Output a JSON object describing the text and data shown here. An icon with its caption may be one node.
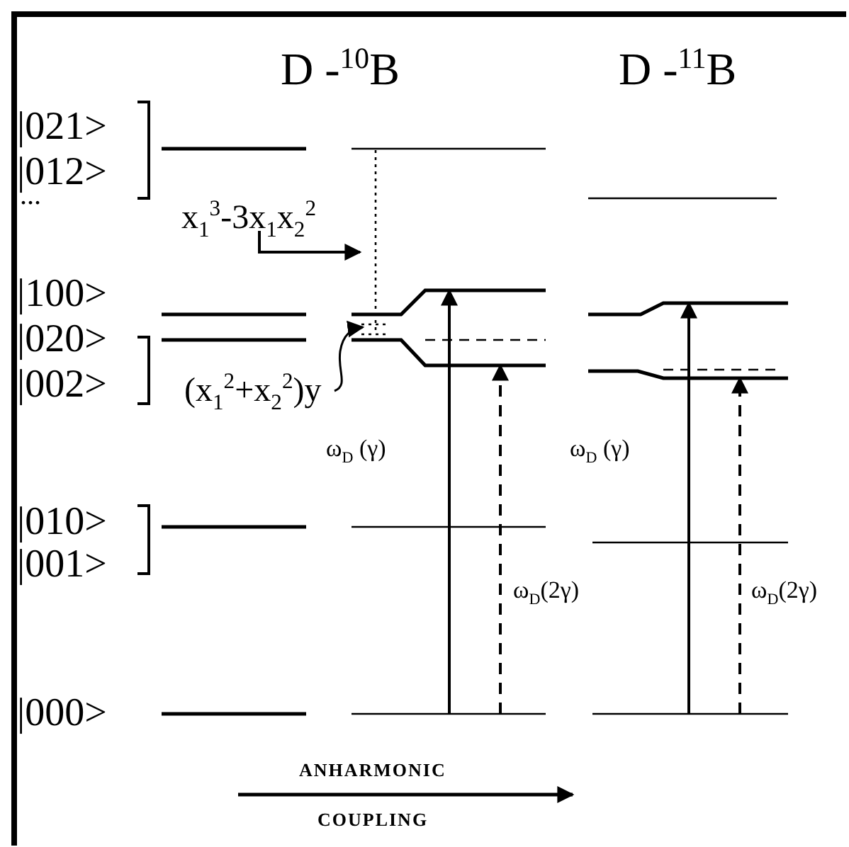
{
  "diagram": {
    "labels": [
      "D -$^{10}$B",
      "D -$^{11}$B",
      "|021>",
      "|012>",
      "...",
      "x$_{1}$$^{3}$-3x$_{1}$x$_{2}$$^{2}$",
      "|100>",
      "|020>",
      "|002>",
      "(x$_{1}$$^{2}$+x$_{2}$$^{2}$)y",
      "ω$_{D}$ (γ)",
      "ω$_{D}$ (γ)",
      "|010>",
      "|001>",
      "ω$_{D}$(2γ)",
      "ω$_{D}$(2γ)",
      "|000>",
      "ANHARMONIC",
      "COUPLING"
    ]
  }
}
